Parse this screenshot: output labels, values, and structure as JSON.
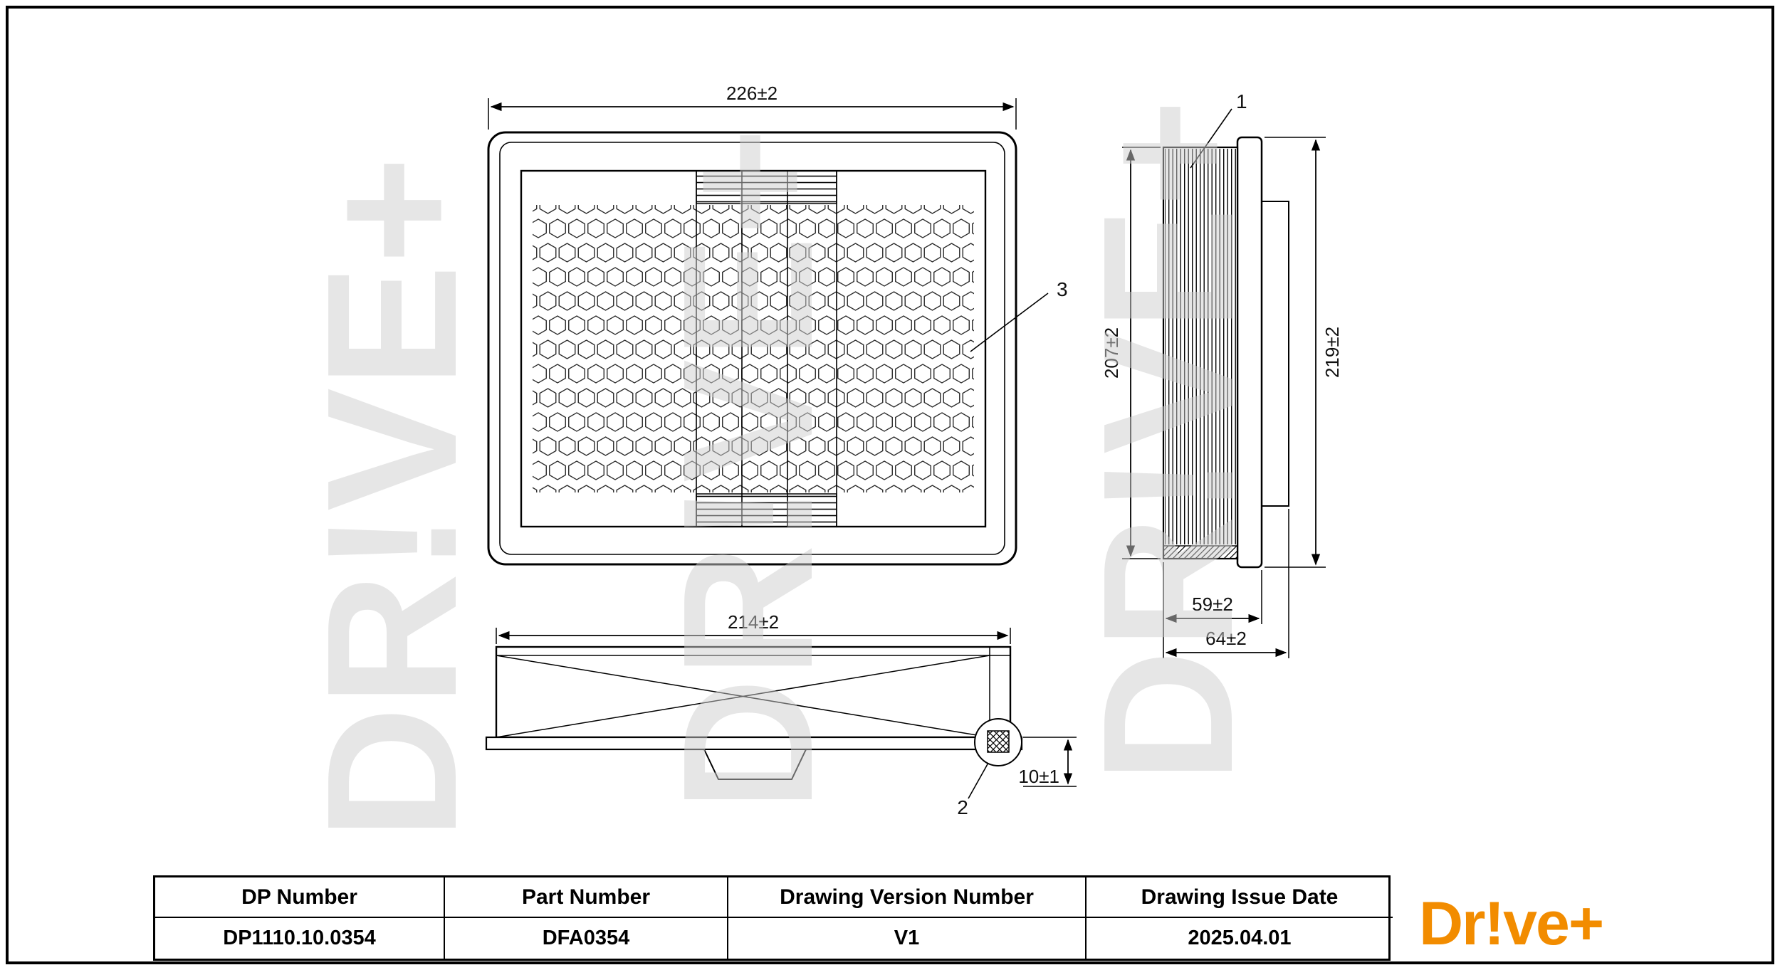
{
  "views": {
    "front": {
      "width_dim": "226±2",
      "callout_filter": "3"
    },
    "side": {
      "pleat_height_dim": "207±2",
      "overall_height_dim": "219±2",
      "pleat_depth_dim": "59±2",
      "overall_depth_dim": "64±2",
      "callout_pleats": "1"
    },
    "profile": {
      "width_dim": "214±2",
      "lip_height_dim": "10±1",
      "callout_seal": "2"
    }
  },
  "title_block": {
    "columns": [
      {
        "header": "DP Number",
        "value": "DP1110.10.0354"
      },
      {
        "header": "Part Number",
        "value": "DFA0354"
      },
      {
        "header": "Drawing Version Number",
        "value": "V1"
      },
      {
        "header": "Drawing Issue Date",
        "value": "2025.04.01"
      }
    ]
  },
  "branding": {
    "logo_text": "Dr!ve+",
    "logo_color": "#F28C00",
    "watermark_text": "DR!VE+"
  }
}
